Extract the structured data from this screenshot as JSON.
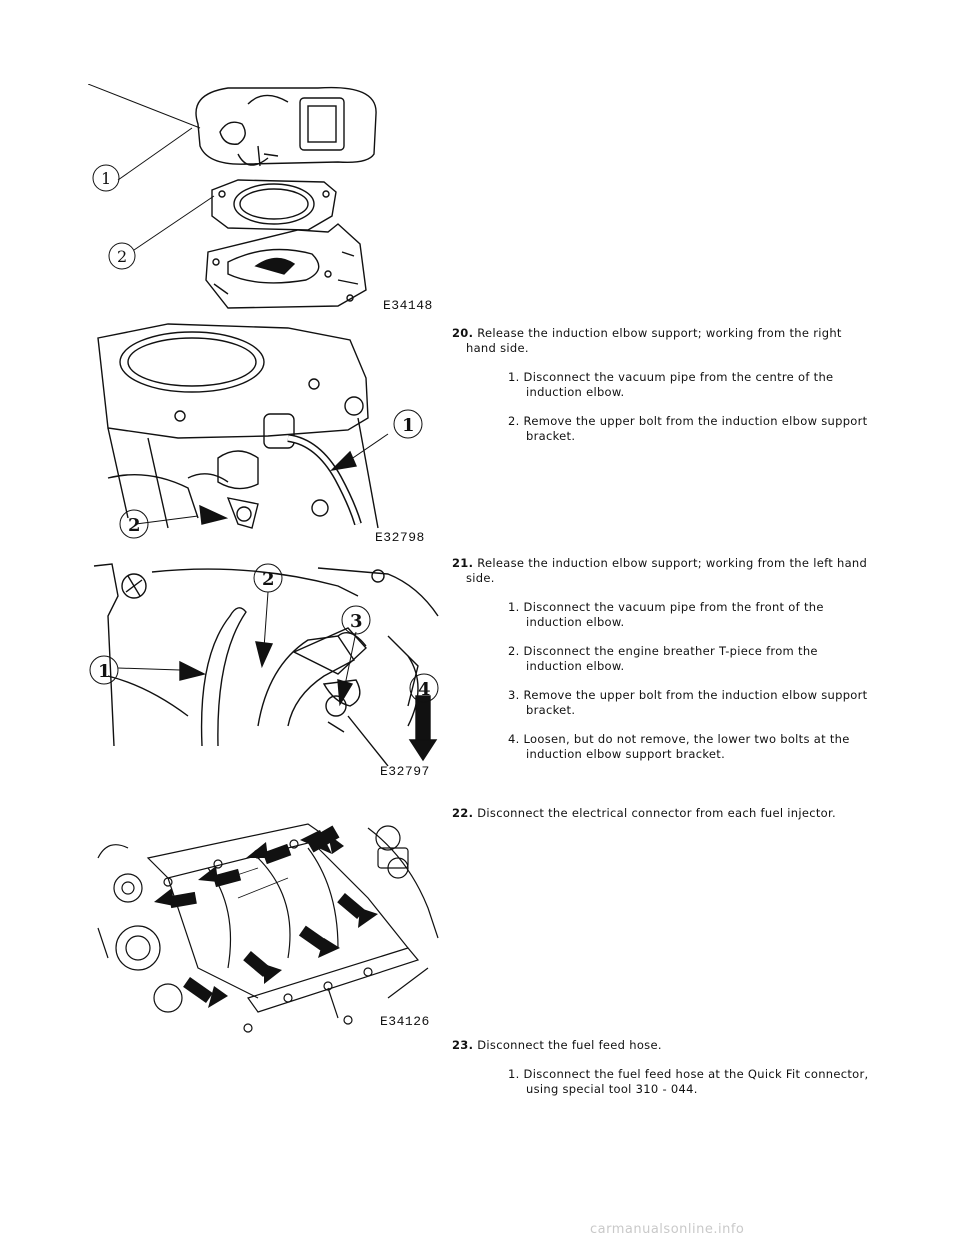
{
  "figures": [
    {
      "code": "E34148",
      "callouts": [
        "1",
        "2"
      ]
    },
    {
      "code": "E32798",
      "callouts": [
        "1",
        "2"
      ]
    },
    {
      "code": "E32797",
      "callouts": [
        "1",
        "2",
        "3",
        "4"
      ]
    },
    {
      "code": "E34126",
      "callouts": []
    }
  ],
  "steps": [
    {
      "number": "20.",
      "text": "Release the induction elbow support; working from the right hand side.",
      "substeps": [
        {
          "number": "1.",
          "text": "Disconnect the vacuum pipe from the centre of the induction elbow."
        },
        {
          "number": "2.",
          "text": "Remove the upper bolt from the induction elbow support bracket."
        }
      ]
    },
    {
      "number": "21.",
      "text": "Release the induction elbow support; working from the left hand side.",
      "substeps": [
        {
          "number": "1.",
          "text": "Disconnect the vacuum pipe from the front of the induction elbow."
        },
        {
          "number": "2.",
          "text": "Disconnect the engine breather T-piece from the induction elbow."
        },
        {
          "number": "3.",
          "text": "Remove the upper bolt from the induction elbow support bracket."
        },
        {
          "number": "4.",
          "text": "Loosen, but do not remove, the lower two bolts at the induction elbow support bracket."
        }
      ]
    },
    {
      "number": "22.",
      "text": "Disconnect the electrical connector from each fuel injector.",
      "substeps": []
    },
    {
      "number": "23.",
      "text": "Disconnect the fuel feed hose.",
      "substeps": [
        {
          "number": "1.",
          "text": "Disconnect the fuel feed hose at the Quick Fit connector, using special tool 310 - 044."
        }
      ]
    }
  ],
  "watermark": "carmanualsonline.info"
}
